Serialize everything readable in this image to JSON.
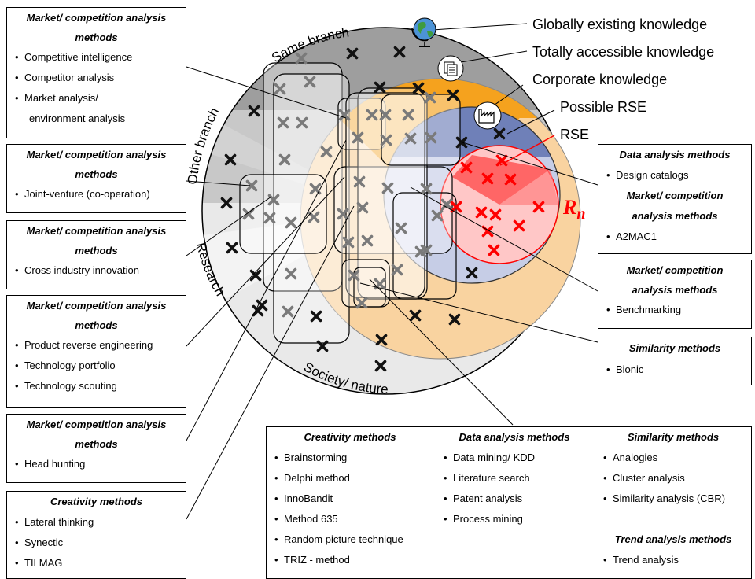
{
  "ring_labels": {
    "same_branch": "Same branch",
    "other_branch": "Other branch",
    "research": "Research",
    "society": "Society/ nature"
  },
  "legend": {
    "global": "Globally existing knowledge",
    "accessible": "Totally accessible knowledge",
    "corporate": "Corporate knowledge",
    "possible_rse": "Possible RSE",
    "rse": "RSE",
    "rn_base": "R",
    "rn_sub": "n"
  },
  "icons": [
    "globe-icon",
    "documents-icon",
    "factory-icon"
  ],
  "colors": {
    "outer_gray": "#9e9e9e",
    "light_gray": "#d9d9d9",
    "orange": "#f5a21e",
    "light_orange": "#f9d3a0",
    "blue": "#6f80b8",
    "light_blue": "#c6cde6",
    "red": "#ff3b3b",
    "rse_red": "#ff0000"
  },
  "left_boxes": [
    {
      "heading": "Market/ competition analysis methods",
      "items": [
        "Competitive intelligence",
        "Competitor analysis",
        "Market analysis/",
        "environment analysis"
      ]
    },
    {
      "heading": "Market/ competition analysis methods",
      "items": [
        "Joint-venture (co-operation)"
      ]
    },
    {
      "heading": "Market/ competition analysis methods",
      "items": [
        "Cross industry innovation"
      ]
    },
    {
      "heading": "Market/ competition analysis methods",
      "items": [
        "Product reverse engineering",
        "Technology portfolio",
        "Technology scouting"
      ]
    },
    {
      "heading": "Market/ competition analysis methods",
      "items": [
        "Head hunting"
      ]
    },
    {
      "heading": "Creativity methods",
      "items": [
        "Lateral thinking",
        "Synectic",
        "TILMAG"
      ]
    }
  ],
  "right_boxes": [
    {
      "heading1": "Data analysis methods",
      "items1": [
        "Design catalogs"
      ],
      "heading2": "Market/ competition analysis methods",
      "items2": [
        "A2MAC1"
      ]
    },
    {
      "heading": "Market/ competition analysis methods",
      "items": [
        "Benchmarking"
      ]
    },
    {
      "heading": "Similarity methods",
      "items": [
        "Bionic"
      ]
    }
  ],
  "bottom_box": {
    "col1": {
      "heading": "Creativity methods",
      "items": [
        "Brainstorming",
        "Delphi method",
        "InnoBandit",
        "Method 635",
        "Random picture technique",
        "TRIZ - method"
      ]
    },
    "col2": {
      "heading": "Data analysis methods",
      "items": [
        "Data mining/ KDD",
        "Literature search",
        "Patent analysis",
        "Process mining"
      ]
    },
    "col3": {
      "heading": "Similarity methods",
      "items": [
        "Analogies",
        "Cluster analysis",
        "Similarity analysis (CBR)"
      ],
      "heading2": "Trend analysis methods",
      "items2": [
        "Trend analysis"
      ]
    }
  }
}
